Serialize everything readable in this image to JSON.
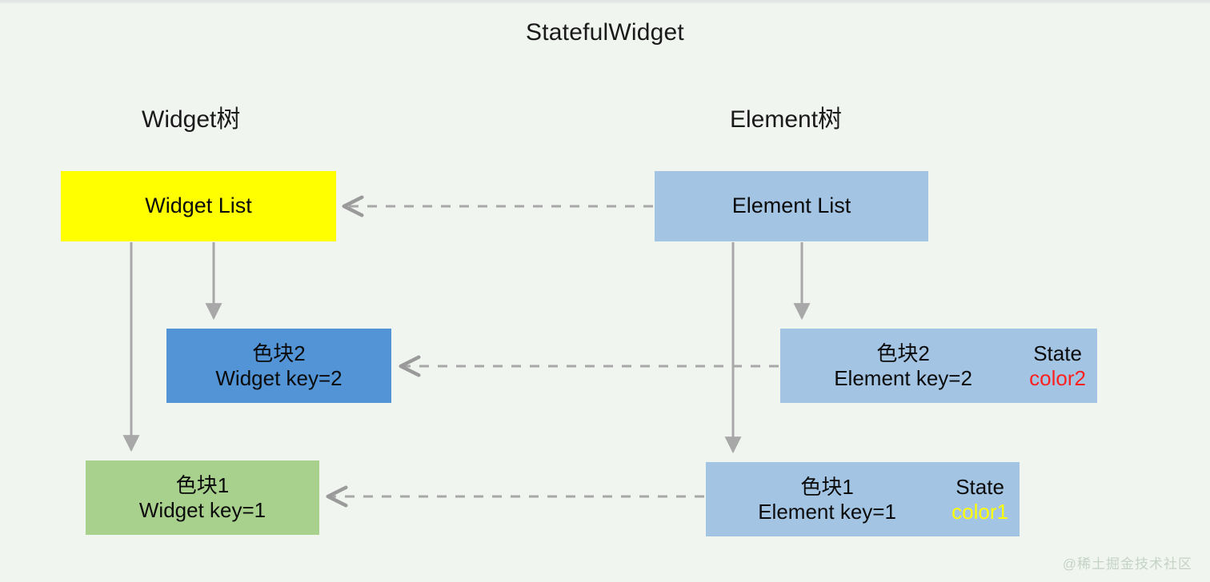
{
  "page": {
    "title": "StatefulWidget",
    "background_color": "#f0f5ef",
    "watermark": "@稀土掘金技术社区"
  },
  "columns": {
    "widget_tree_label": "Widget树",
    "element_tree_label": "Element树"
  },
  "nodes": {
    "widget_list": {
      "label": "Widget List",
      "color": "#ffff00"
    },
    "element_list": {
      "label": "Element List",
      "color": "#a3c4e3"
    },
    "widget_key2": {
      "line1": "色块2",
      "line2": "Widget key=2",
      "color": "#5294d6"
    },
    "widget_key1": {
      "line1": "色块1",
      "line2": "Widget key=1",
      "color": "#a9d18e"
    },
    "element_key2": {
      "line1": "色块2",
      "line2": "Element key=2",
      "state_title": "State",
      "state_value": "color2",
      "state_color": "#ff2020",
      "color": "#a3c4e3"
    },
    "element_key1": {
      "line1": "色块1",
      "line2": "Element key=1",
      "state_title": "State",
      "state_value": "color1",
      "state_color": "#ffff00",
      "color": "#a3c4e3"
    }
  },
  "connectors": {
    "solid_color": "#a8a8a8",
    "dashed_color": "#a8a8a8",
    "solid_arrows": [
      "widget-list-to-widget-key1",
      "widget-list-to-widget-key2",
      "element-list-to-element-key1",
      "element-list-to-element-key2"
    ],
    "dashed_arrows": [
      "element-list-to-widget-list",
      "element-key2-to-widget-key2",
      "element-key1-to-widget-key1"
    ]
  }
}
